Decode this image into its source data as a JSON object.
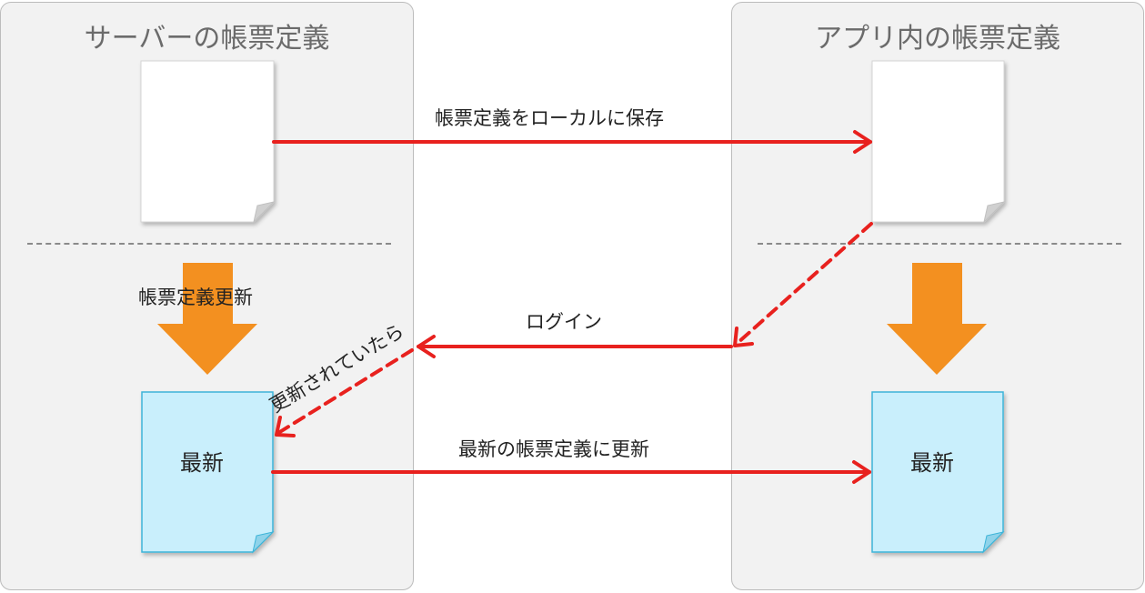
{
  "panels": {
    "server_title": "サーバーの帳票定義",
    "app_title": "アプリ内の帳票定義"
  },
  "documents": {
    "server_latest_label": "最新",
    "app_latest_label": "最新"
  },
  "labels": {
    "save_local": "帳票定義をローカルに保存",
    "login": "ログイン",
    "update_latest": "最新の帳票定義に更新",
    "server_update": "帳票定義更新",
    "if_updated": "更新されていたら"
  },
  "colors": {
    "panel_bg": "#f2f2f2",
    "doc_white": "#ffffff",
    "doc_cyan": "#c9effc",
    "doc_cyan_border": "#3cb4d8",
    "arrow_red": "#e8211e",
    "arrow_orange": "#f39020"
  }
}
